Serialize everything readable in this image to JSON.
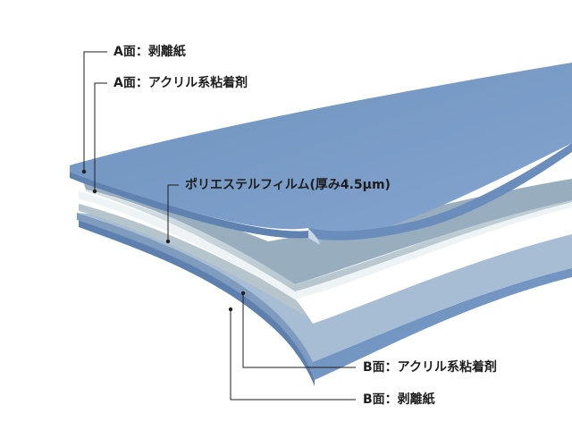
{
  "labels": {
    "a_release_paper": "A面：剥離紙",
    "a_acrylic_adhesive": "A面：アクリル系粘着剤",
    "polyester_film": "ポリエステルフィルム(厚み4.5μm)",
    "b_acrylic_adhesive": "B面：アクリル系粘着剤",
    "b_release_paper": "B面：剥離紙"
  },
  "colors": {
    "release_paper": "#7f9fc8",
    "adhesive": "#a9bfd9",
    "film": "#ffffff",
    "film_side": "#b8c7cf",
    "leader_line": "#1e1e1e"
  }
}
